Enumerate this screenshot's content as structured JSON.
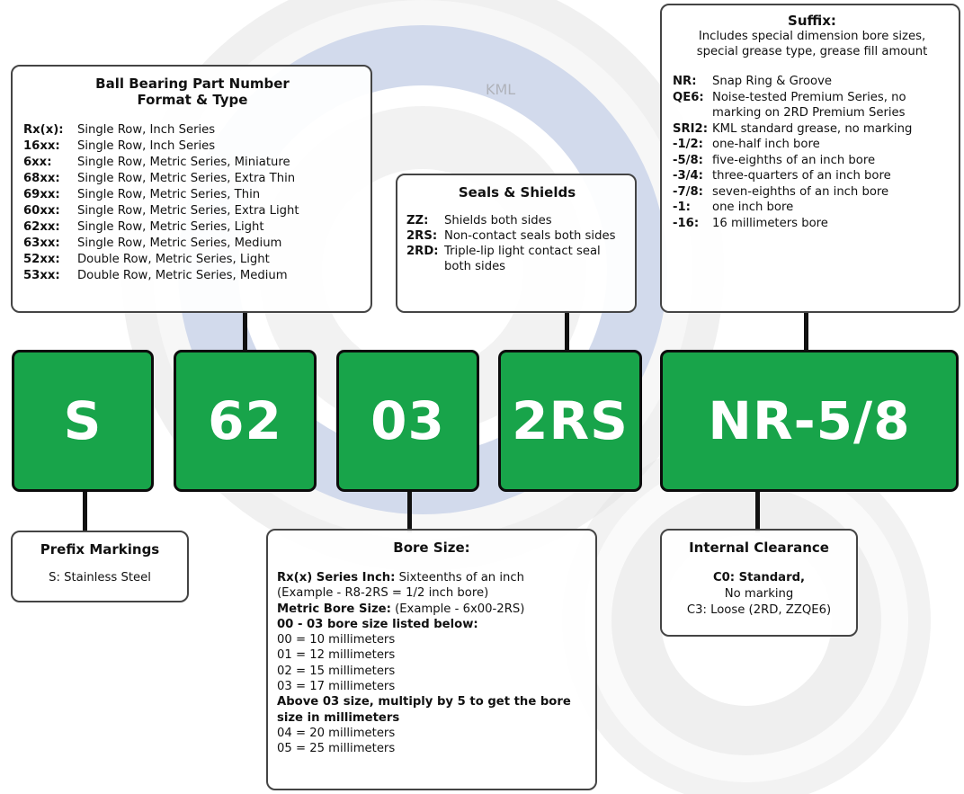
{
  "format_box": {
    "title_line1": "Ball Bearing Part Number",
    "title_line2": "Format & Type",
    "items": [
      {
        "code": "Rx(x):",
        "desc": "Single Row, Inch Series"
      },
      {
        "code": "16xx:",
        "desc": "Single Row, Inch Series"
      },
      {
        "code": "6xx:",
        "desc": "Single Row, Metric Series, Miniature"
      },
      {
        "code": "68xx:",
        "desc": "Single Row, Metric Series, Extra Thin"
      },
      {
        "code": "69xx:",
        "desc": "Single Row, Metric Series, Thin"
      },
      {
        "code": "60xx:",
        "desc": "Single Row, Metric Series, Extra Light"
      },
      {
        "code": "62xx:",
        "desc": "Single Row, Metric Series, Light"
      },
      {
        "code": "63xx:",
        "desc": "Single Row, Metric Series, Medium"
      },
      {
        "code": "52xx:",
        "desc": "Double Row, Metric Series, Light"
      },
      {
        "code": "53xx:",
        "desc": "Double Row, Metric Series, Medium"
      }
    ]
  },
  "seals_box": {
    "title": "Seals & Shields",
    "items": [
      {
        "code": "ZZ:",
        "desc": "Shields both sides"
      },
      {
        "code": "2RS:",
        "desc": "Non-contact seals both sides"
      },
      {
        "code": "2RD:",
        "desc": "Triple-lip light contact seal both sides"
      }
    ]
  },
  "suffix_box": {
    "title": "Suffix:",
    "intro": "Includes special dimension bore sizes, special grease type, grease fill amount",
    "items": [
      {
        "code": "NR:",
        "desc": "Snap Ring & Groove"
      },
      {
        "code": "QE6:",
        "desc": "Noise-tested Premium Series, no marking on 2RD Premium Series"
      },
      {
        "code": "SRI2:",
        "desc": "KML standard grease, no marking"
      },
      {
        "code": "-1/2:",
        "desc": "one-half inch bore"
      },
      {
        "code": "-5/8:",
        "desc": "five-eighths of an inch bore"
      },
      {
        "code": "-3/4:",
        "desc": "three-quarters of an inch bore"
      },
      {
        "code": "-7/8:",
        "desc": "seven-eighths of an inch bore"
      },
      {
        "code": "-1:",
        "desc": "one inch bore"
      },
      {
        "code": "-16:",
        "desc": "16 millimeters bore"
      }
    ]
  },
  "part_codes": [
    "S",
    "62",
    "03",
    "2RS",
    "NR-5/8"
  ],
  "prefix_box": {
    "title": "Prefix Markings",
    "line": "S: Stainless Steel"
  },
  "bore_box": {
    "title": "Bore Size:",
    "lines": [
      {
        "bold": "Rx(x) Series Inch:",
        "text": " Sixteenths of an inch"
      },
      {
        "bold": "",
        "text": "(Example - R8-2RS = 1/2 inch bore)"
      },
      {
        "bold": "Metric Bore Size:",
        "text": " (Example - 6x00-2RS)"
      },
      {
        "bold": "00 - 03 bore size listed below:",
        "text": ""
      },
      {
        "bold": "",
        "text": "00 = 10 millimeters"
      },
      {
        "bold": "",
        "text": "01 = 12 millimeters"
      },
      {
        "bold": "",
        "text": "02 = 15 millimeters"
      },
      {
        "bold": "",
        "text": "03 = 17 millimeters"
      },
      {
        "bold": "Above 03 size, multiply by 5 to get the bore size in millimeters",
        "text": ""
      },
      {
        "bold": "",
        "text": "04 = 20 millimeters"
      },
      {
        "bold": "",
        "text": "05 = 25 millimeters"
      }
    ]
  },
  "clearance_box": {
    "title": "Internal Clearance",
    "line1": "C0: Standard,",
    "line2": "No marking",
    "line3": "C3: Loose (2RD, ZZQE6)"
  },
  "watermark": "KML",
  "colors": {
    "code_green": "#18a44a",
    "bearing_blue": "#9fb1d6",
    "bearing_gray": "#d9d9d9"
  }
}
